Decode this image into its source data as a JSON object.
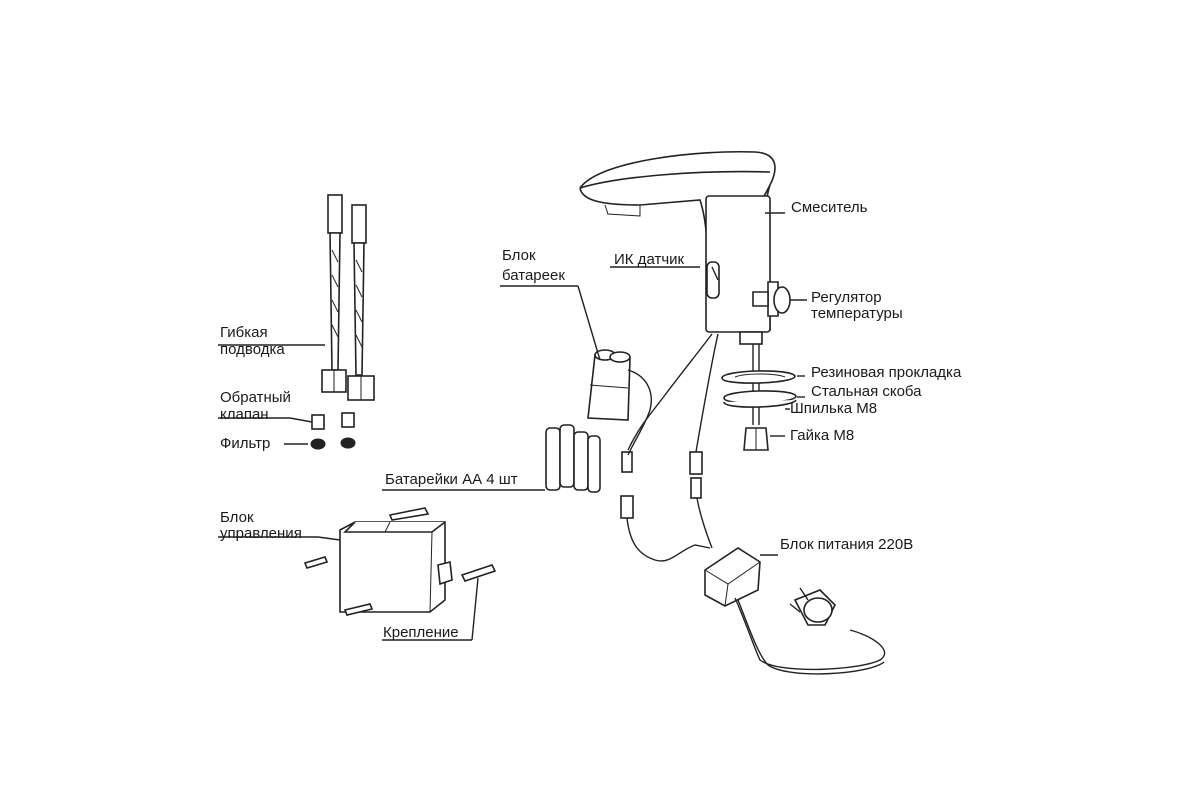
{
  "labels": {
    "mixer": "Смеситель",
    "ir_sensor": "ИК датчик",
    "temp_regulator_1": "Регулятор",
    "temp_regulator_2": "температуры",
    "rubber_gasket": "Резиновая прокладка",
    "steel_bracket": "Стальная скоба",
    "stud_m8": "Шпилька М8",
    "nut_m8": "Гайка М8",
    "battery_block_1": "Блок",
    "battery_block_2": "батареек",
    "flex_hose_1": "Гибкая",
    "flex_hose_2": "подводка",
    "check_valve_1": "Обратный",
    "check_valve_2": "клапан",
    "filter": "Фильтр",
    "batteries_aa": "Батарейки АА 4 шт",
    "control_unit_1": "Блок",
    "control_unit_2": "управления",
    "power_supply": "Блок питания 220В",
    "mounting": "Крепление"
  }
}
